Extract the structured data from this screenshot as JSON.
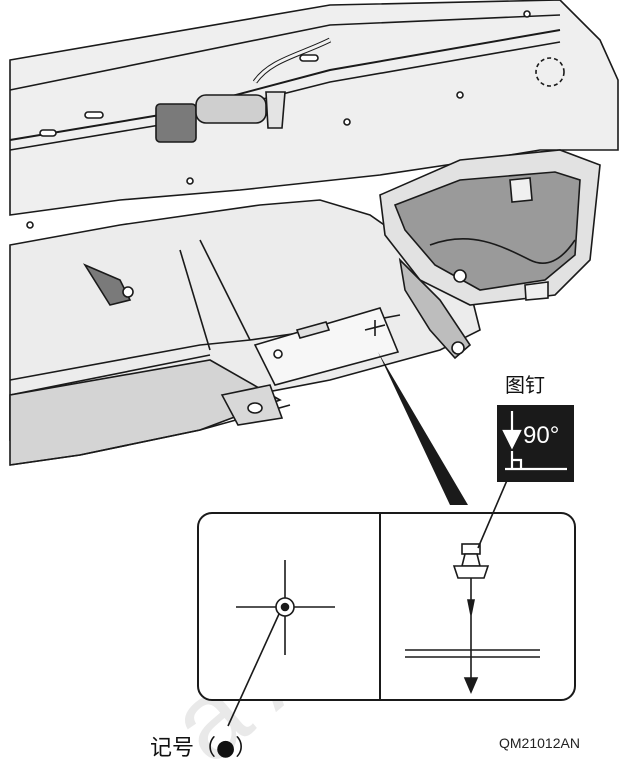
{
  "labels": {
    "pushpin": "图钉",
    "angle": "90°",
    "mark": "记号（●）",
    "code": "QM21012AN"
  },
  "watermark": "a Acce",
  "colors": {
    "line": "#1a1a1a",
    "panel_light": "#eeeeee",
    "panel_mid": "#d6d6d6",
    "badge_bg": "#1a1a1a",
    "watermark": "#e8e8e8"
  },
  "icons": [
    "pushpin-icon",
    "perpendicular-arrow-icon",
    "crosshair-mark-icon",
    "wiring-harness-icon",
    "clip-icon"
  ]
}
